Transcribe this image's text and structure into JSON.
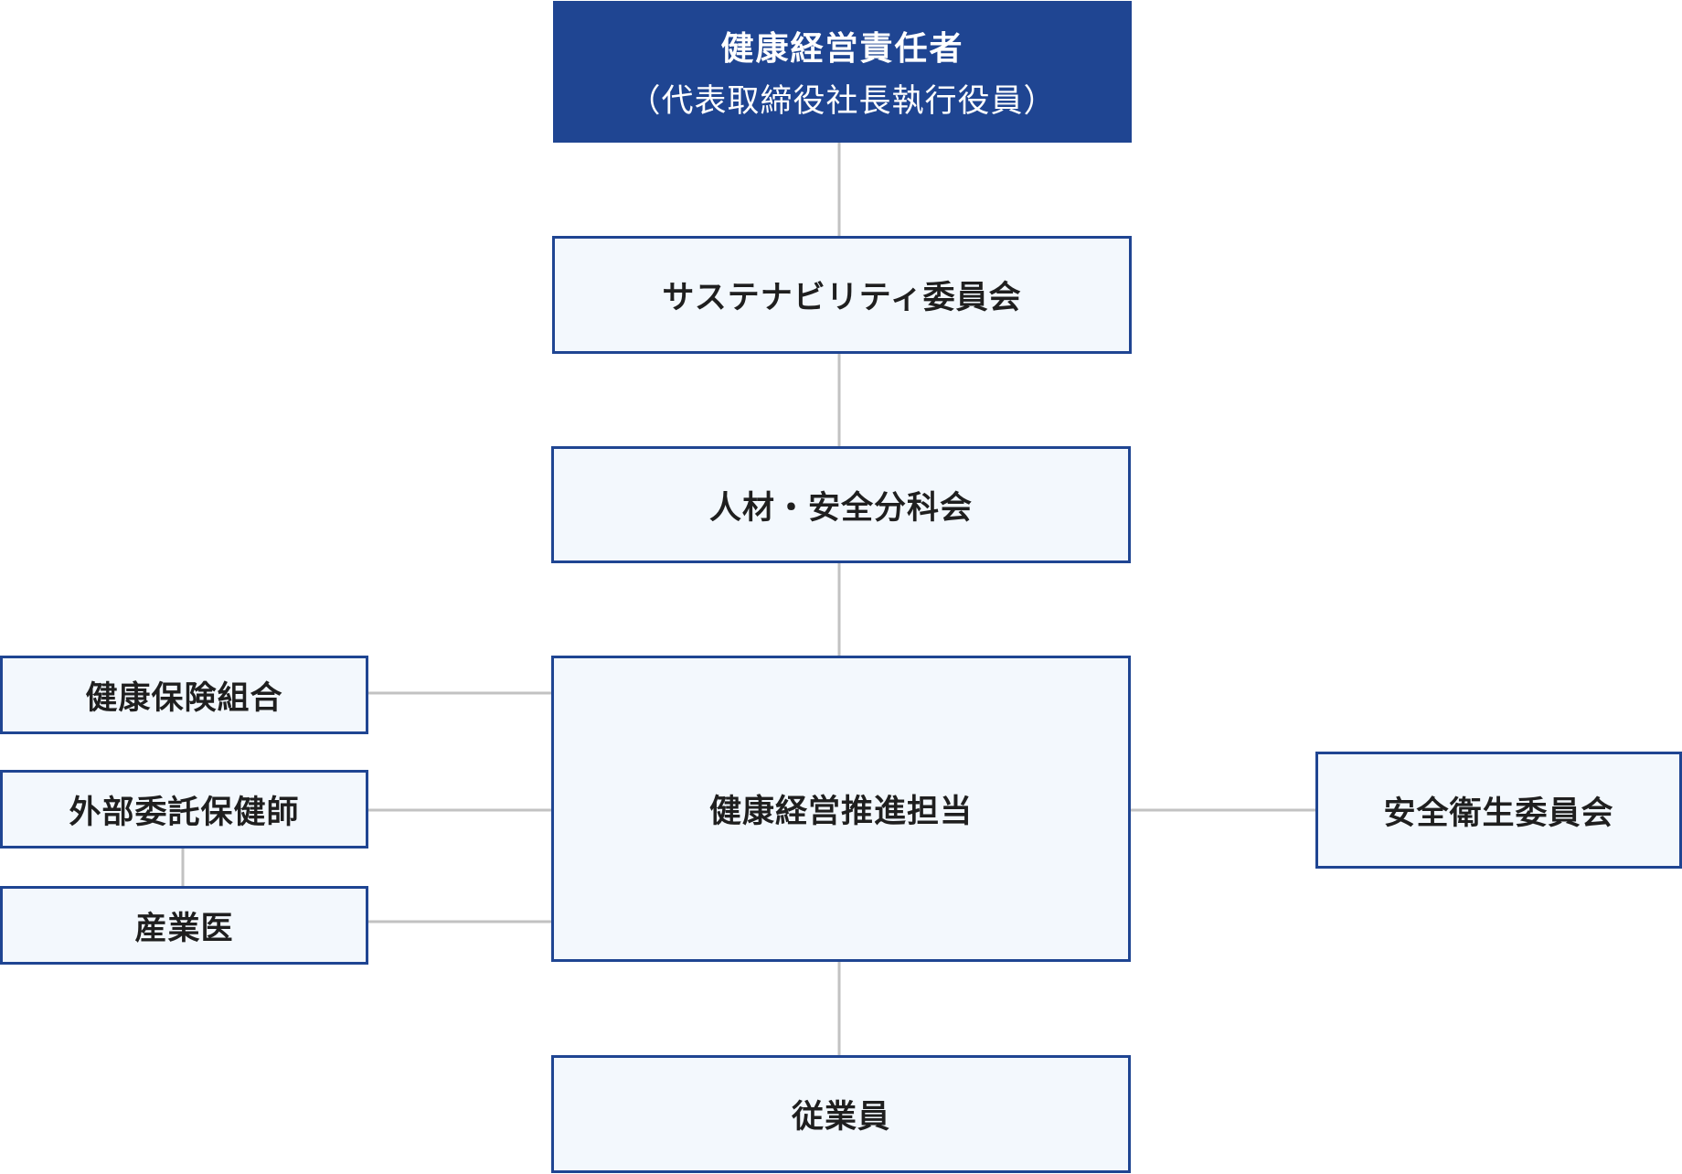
{
  "colors": {
    "top_fill": "#1f4592",
    "box_fill": "#f3f8fd",
    "box_border": "#1f4592",
    "connector": "#c2c2c2"
  },
  "nodes": {
    "top": {
      "title": "健康経営責任者",
      "subtitle": "（代表取締役社長執行役員）"
    },
    "sustainability": "サステナビリティ委員会",
    "hr_safety": "人材・安全分科会",
    "promotion": "健康経営推進担当",
    "employees": "従業員",
    "health_insurance": "健康保険組合",
    "external_health": "外部委託保健師",
    "industrial_doctor": "産業医",
    "safety_committee": "安全衛生委員会"
  }
}
